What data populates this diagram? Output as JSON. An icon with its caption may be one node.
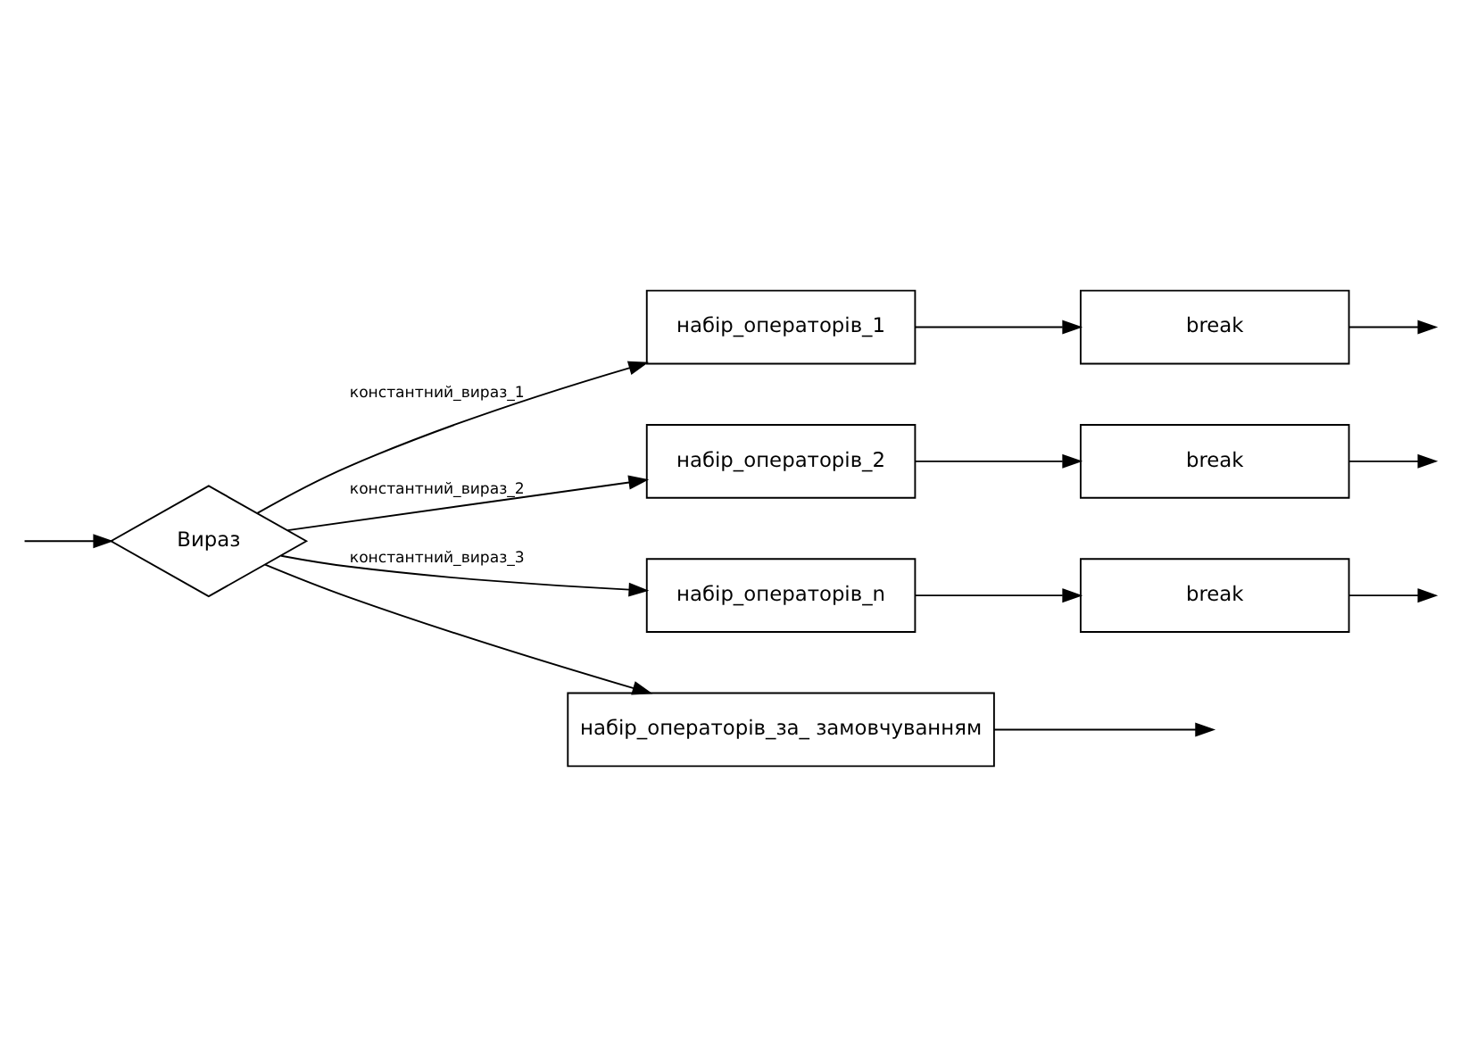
{
  "diagram": {
    "nodes": [
      {
        "text": [
          "Вираз"
        ]
      },
      {
        "text": [
          "набір_операторів_1"
        ]
      },
      {
        "text": [
          "break"
        ]
      },
      {
        "text": [
          "набір_операторів_2"
        ]
      },
      {
        "text": [
          "break"
        ]
      },
      {
        "text": [
          "набір_операторів_n"
        ]
      },
      {
        "text": [
          "break"
        ]
      },
      {
        "text": [
          "набір_операторів_за_ замовчуванням"
        ]
      }
    ],
    "edges": [
      {
        "from": null,
        "to": 0,
        "arrow": "to"
      },
      {
        "from": 0,
        "to": 1,
        "arrow": "to",
        "label": "константний_вираз_1"
      },
      {
        "from": 1,
        "to": 2,
        "arrow": "to"
      },
      {
        "from": 0,
        "to": 3,
        "arrow": "to",
        "label": "константний_вираз_2"
      },
      {
        "from": 3,
        "to": 4,
        "arrow": "to"
      },
      {
        "from": 0,
        "to": 5,
        "arrow": "to",
        "label": "константний_вираз_3"
      },
      {
        "from": 5,
        "to": 6,
        "arrow": "to"
      },
      {
        "from": 0,
        "to": 7,
        "arrow": "to"
      },
      {
        "from": 2,
        "to": null,
        "arrow": "to"
      },
      {
        "from": 4,
        "to": null,
        "arrow": "to"
      },
      {
        "from": 6,
        "to": null,
        "arrow": "to"
      },
      {
        "from": 7,
        "to": null,
        "arrow": "to"
      }
    ]
  }
}
